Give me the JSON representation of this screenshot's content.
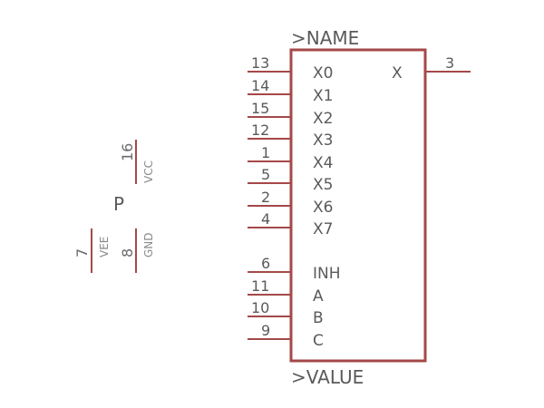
{
  "part": {
    "name_label": ">NAME",
    "value_label": ">VALUE",
    "colors": {
      "line": "#a54848",
      "text": "#5a5a5a",
      "power_text": "#8a8a8a"
    }
  },
  "input_pins": [
    {
      "number": "13",
      "label": "X0"
    },
    {
      "number": "14",
      "label": "X1"
    },
    {
      "number": "15",
      "label": "X2"
    },
    {
      "number": "12",
      "label": "X3"
    },
    {
      "number": "1",
      "label": "X4"
    },
    {
      "number": "5",
      "label": "X5"
    },
    {
      "number": "2",
      "label": "X6"
    },
    {
      "number": "4",
      "label": "X7"
    }
  ],
  "control_pins": [
    {
      "number": "6",
      "label": "INH"
    },
    {
      "number": "11",
      "label": "A"
    },
    {
      "number": "10",
      "label": "B"
    },
    {
      "number": "9",
      "label": "C"
    }
  ],
  "output_pin": {
    "number": "3",
    "label": "X"
  },
  "power": {
    "symbol_label": "P",
    "pins": [
      {
        "number": "16",
        "label": "VCC"
      },
      {
        "number": "7",
        "label": "VEE"
      },
      {
        "number": "8",
        "label": "GND"
      }
    ]
  }
}
